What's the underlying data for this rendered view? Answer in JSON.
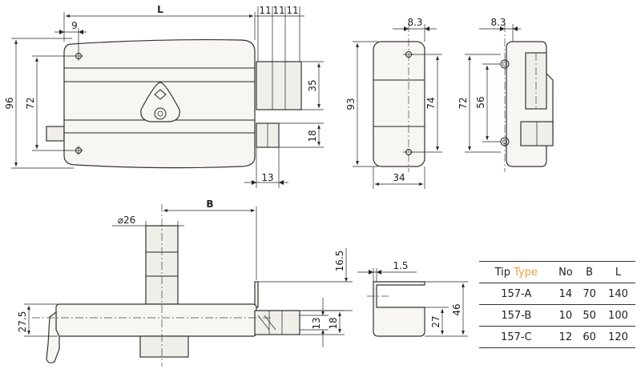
{
  "front_view": {
    "dim_L": "L",
    "dim_9": "9",
    "dim_11a": "11",
    "dim_11b": "11",
    "dim_11c": "11",
    "dim_96": "96",
    "dim_72": "72",
    "dim_35": "35",
    "dim_18": "18",
    "dim_13": "13"
  },
  "side_view": {
    "dim_8_3": "8.3",
    "dim_93": "93",
    "dim_74": "74",
    "dim_34": "34"
  },
  "strike_view": {
    "dim_8_3": "8.3",
    "dim_72": "72",
    "dim_56": "56"
  },
  "bottom_view": {
    "dim_B": "B",
    "dim_dia26": "⌀26",
    "dim_16_5": "16.5",
    "dim_27_5": "27.5",
    "dim_13": "13",
    "dim_18": "18"
  },
  "bracket_view": {
    "dim_1_5": "1.5",
    "dim_27": "27",
    "dim_46": "46"
  },
  "table": {
    "headers": {
      "tip": "Tip",
      "type": "Type",
      "no": "No",
      "b": "B",
      "l": "L"
    },
    "rows": [
      {
        "tip": "157-A",
        "no": "14",
        "b": "70",
        "l": "140"
      },
      {
        "tip": "157-B",
        "no": "10",
        "b": "50",
        "l": "100"
      },
      {
        "tip": "157-C",
        "no": "12",
        "b": "60",
        "l": "120"
      }
    ]
  },
  "colors": {
    "accent": "#e8a33d",
    "line": "#222222"
  }
}
